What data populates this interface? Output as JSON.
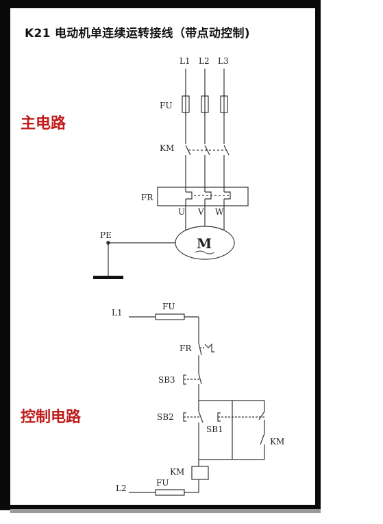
{
  "title": "K21 电动机单连续运转接线（带点动控制)",
  "sections": {
    "main": "主电路",
    "control": "控制电路"
  },
  "labels": {
    "l1": "L1",
    "l2": "L2",
    "l3": "L3",
    "fu": "FU",
    "km": "KM",
    "fr": "FR",
    "u": "U",
    "v": "V",
    "w": "W",
    "pe": "PE",
    "motor": "M",
    "ctrl_l1": "L1",
    "ctrl_fu_top": "FU",
    "ctrl_fr": "FR",
    "sb3": "SB3",
    "sb2": "SB2",
    "sb1": "SB1",
    "km_aux": "KM",
    "km_coil": "KM",
    "ctrl_l2": "L2",
    "ctrl_fu_bottom": "FU"
  }
}
